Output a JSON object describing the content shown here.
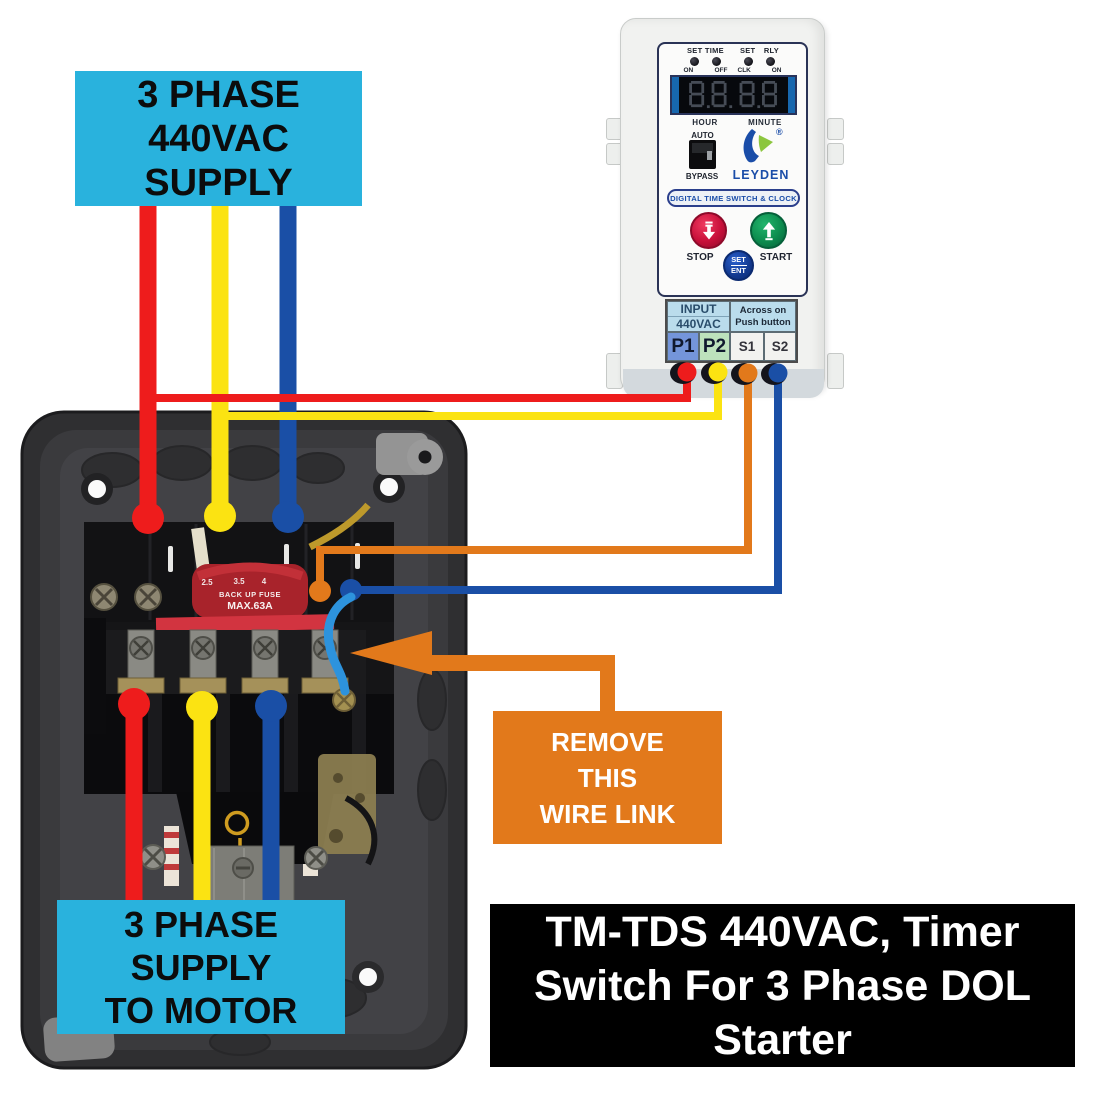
{
  "colors": {
    "cyan": "#29b2dd",
    "red": "#ee1c1c",
    "yellow": "#fbe312",
    "blue": "#1a4fa6",
    "orange": "#e2791b",
    "link-blue": "#2d93dd",
    "brand-blue": "#1a4da8"
  },
  "supply_box": {
    "line1": "3 PHASE",
    "line2": "440VAC",
    "line3": "SUPPLY"
  },
  "motor_box": {
    "line1": "3 PHASE",
    "line2": "SUPPLY",
    "line3": "TO MOTOR"
  },
  "remove_box": {
    "line1": "REMOVE",
    "line2": "THIS",
    "line3": "WIRE LINK"
  },
  "title_box": {
    "line1": "TM-TDS 440VAC, Timer",
    "line2": "Switch For 3 Phase DOL",
    "line3": "Starter"
  },
  "timer": {
    "indicator_group_left": {
      "title": "SET TIME",
      "led1": "ON",
      "led2": "OFF"
    },
    "indicator_group_right": {
      "title": "SET RLY",
      "led1": "CLK",
      "led2": "ON"
    },
    "display": {
      "hour_label": "HOUR",
      "minute_label": "MINUTE"
    },
    "mode_switch": {
      "top_label": "AUTO",
      "bottom_label": "BYPASS"
    },
    "brand": {
      "name": "LEYDEN",
      "registered": "®"
    },
    "tagline": "DIGITAL TIME SWITCH & CLOCK",
    "buttons": {
      "stop": "STOP",
      "start": "START",
      "set": "SET",
      "ent": "ENT"
    },
    "terminal_block": {
      "input_line1": "INPUT",
      "input_line2": "440VAC",
      "across_line1": "Across on",
      "across_line2": "Push button",
      "t1": "P1",
      "t2": "P2",
      "t3": "S1",
      "t4": "S2"
    }
  },
  "contactor": {
    "fuse_tick1": "2.5",
    "fuse_tick2": "3.5",
    "fuse_tick3": "4",
    "fuse_line1": "BACK UP FUSE",
    "fuse_line2": "MAX.63A"
  }
}
